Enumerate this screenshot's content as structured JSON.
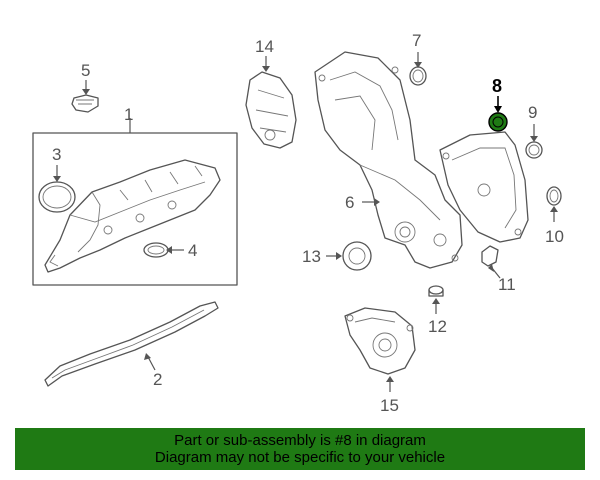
{
  "callouts": {
    "c1": "1",
    "c2": "2",
    "c3": "3",
    "c4": "4",
    "c5": "5",
    "c6": "6",
    "c7": "7",
    "c8": "8",
    "c9": "9",
    "c10": "10",
    "c11": "11",
    "c12": "12",
    "c13": "13",
    "c14": "14",
    "c15": "15"
  },
  "highlighted_part": "8",
  "colors": {
    "banner_bg": "#1f7a14",
    "highlight_part": "#1f7a14",
    "line": "#555555"
  },
  "banner": {
    "line1": "Part or sub-assembly is #8 in diagram",
    "line2": "Diagram may not be specific to your vehicle"
  }
}
